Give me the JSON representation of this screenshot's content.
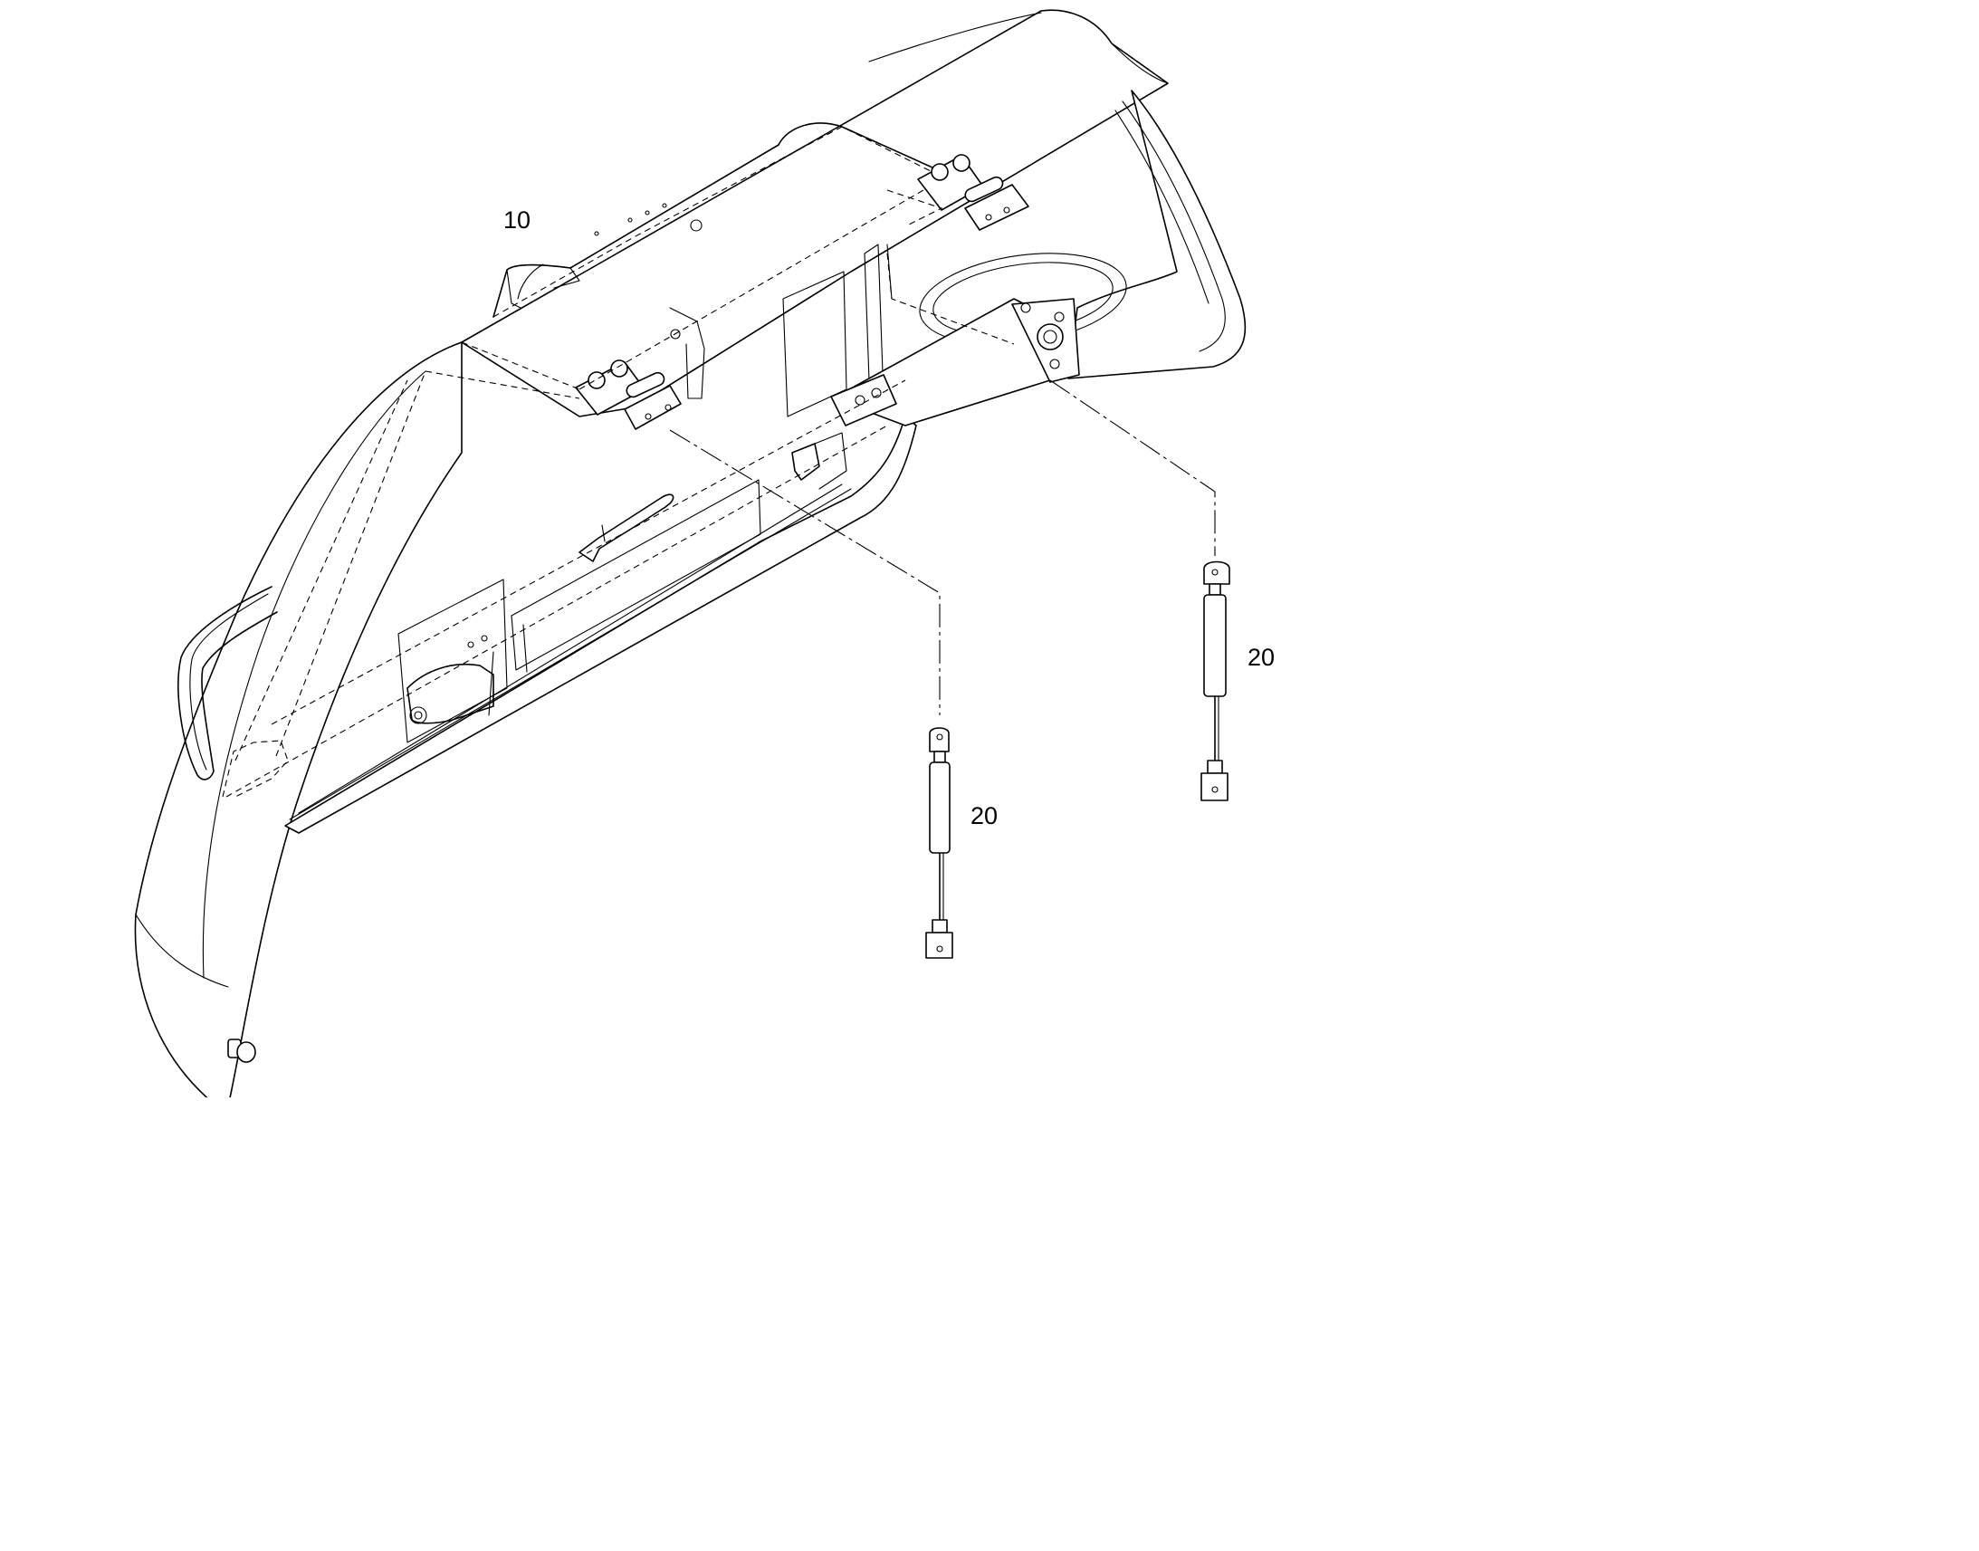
{
  "diagram": {
    "callouts": [
      {
        "id": "hood-assembly",
        "label": "10"
      },
      {
        "id": "gas-strut-left",
        "label": "20"
      },
      {
        "id": "gas-strut-right",
        "label": "20"
      }
    ],
    "line_color": "#000000",
    "background_color": "#ffffff"
  }
}
